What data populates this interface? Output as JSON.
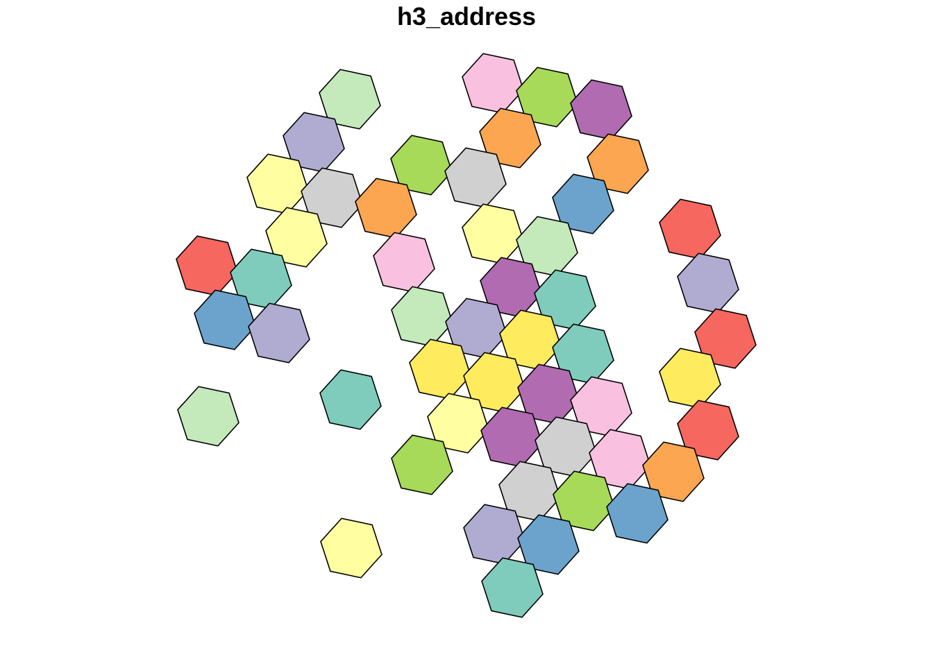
{
  "title": "h3_address",
  "palette": {
    "pink": "#F9C0E0",
    "lime": "#A6DA58",
    "purple": "#B06BB1",
    "orange": "#FCA652",
    "gray": "#D0D0D0",
    "mint": "#C4E9BB",
    "lavender": "#B0ABD1",
    "yellow": "#FFFFA1",
    "red": "#F6675F",
    "teal": "#7FCCBC",
    "blue": "#6BA3CC",
    "gold": "#FFEB5E"
  },
  "cells": [
    {
      "color": "pink"
    },
    {
      "color": "lime"
    },
    {
      "color": "purple"
    },
    {
      "color": "mint"
    },
    {
      "color": "orange"
    },
    {
      "color": "orange"
    },
    {
      "color": "lavender"
    },
    {
      "color": "lime"
    },
    {
      "color": "gray"
    },
    {
      "color": "yellow"
    },
    {
      "color": "gray"
    },
    {
      "color": "orange"
    },
    {
      "color": "blue"
    },
    {
      "color": "yellow"
    },
    {
      "color": "yellow"
    },
    {
      "color": "mint"
    },
    {
      "color": "red"
    },
    {
      "color": "red"
    },
    {
      "color": "teal"
    },
    {
      "color": "pink"
    },
    {
      "color": "purple"
    },
    {
      "color": "lavender"
    },
    {
      "color": "blue"
    },
    {
      "color": "lavender"
    },
    {
      "color": "teal"
    },
    {
      "color": "mint"
    },
    {
      "color": "lavender"
    },
    {
      "color": "red"
    },
    {
      "color": "gold"
    },
    {
      "color": "gold"
    },
    {
      "color": "teal"
    },
    {
      "color": "gold"
    },
    {
      "color": "gold"
    },
    {
      "color": "purple"
    },
    {
      "color": "teal"
    },
    {
      "color": "pink"
    },
    {
      "color": "yellow"
    },
    {
      "color": "mint"
    },
    {
      "color": "red"
    },
    {
      "color": "lime"
    },
    {
      "color": "purple"
    },
    {
      "color": "gray"
    },
    {
      "color": "pink"
    },
    {
      "color": "orange"
    },
    {
      "color": "gray"
    },
    {
      "color": "lime"
    },
    {
      "color": "blue"
    },
    {
      "color": "lavender"
    },
    {
      "color": "yellow"
    },
    {
      "color": "blue"
    },
    {
      "color": "teal"
    }
  ]
}
